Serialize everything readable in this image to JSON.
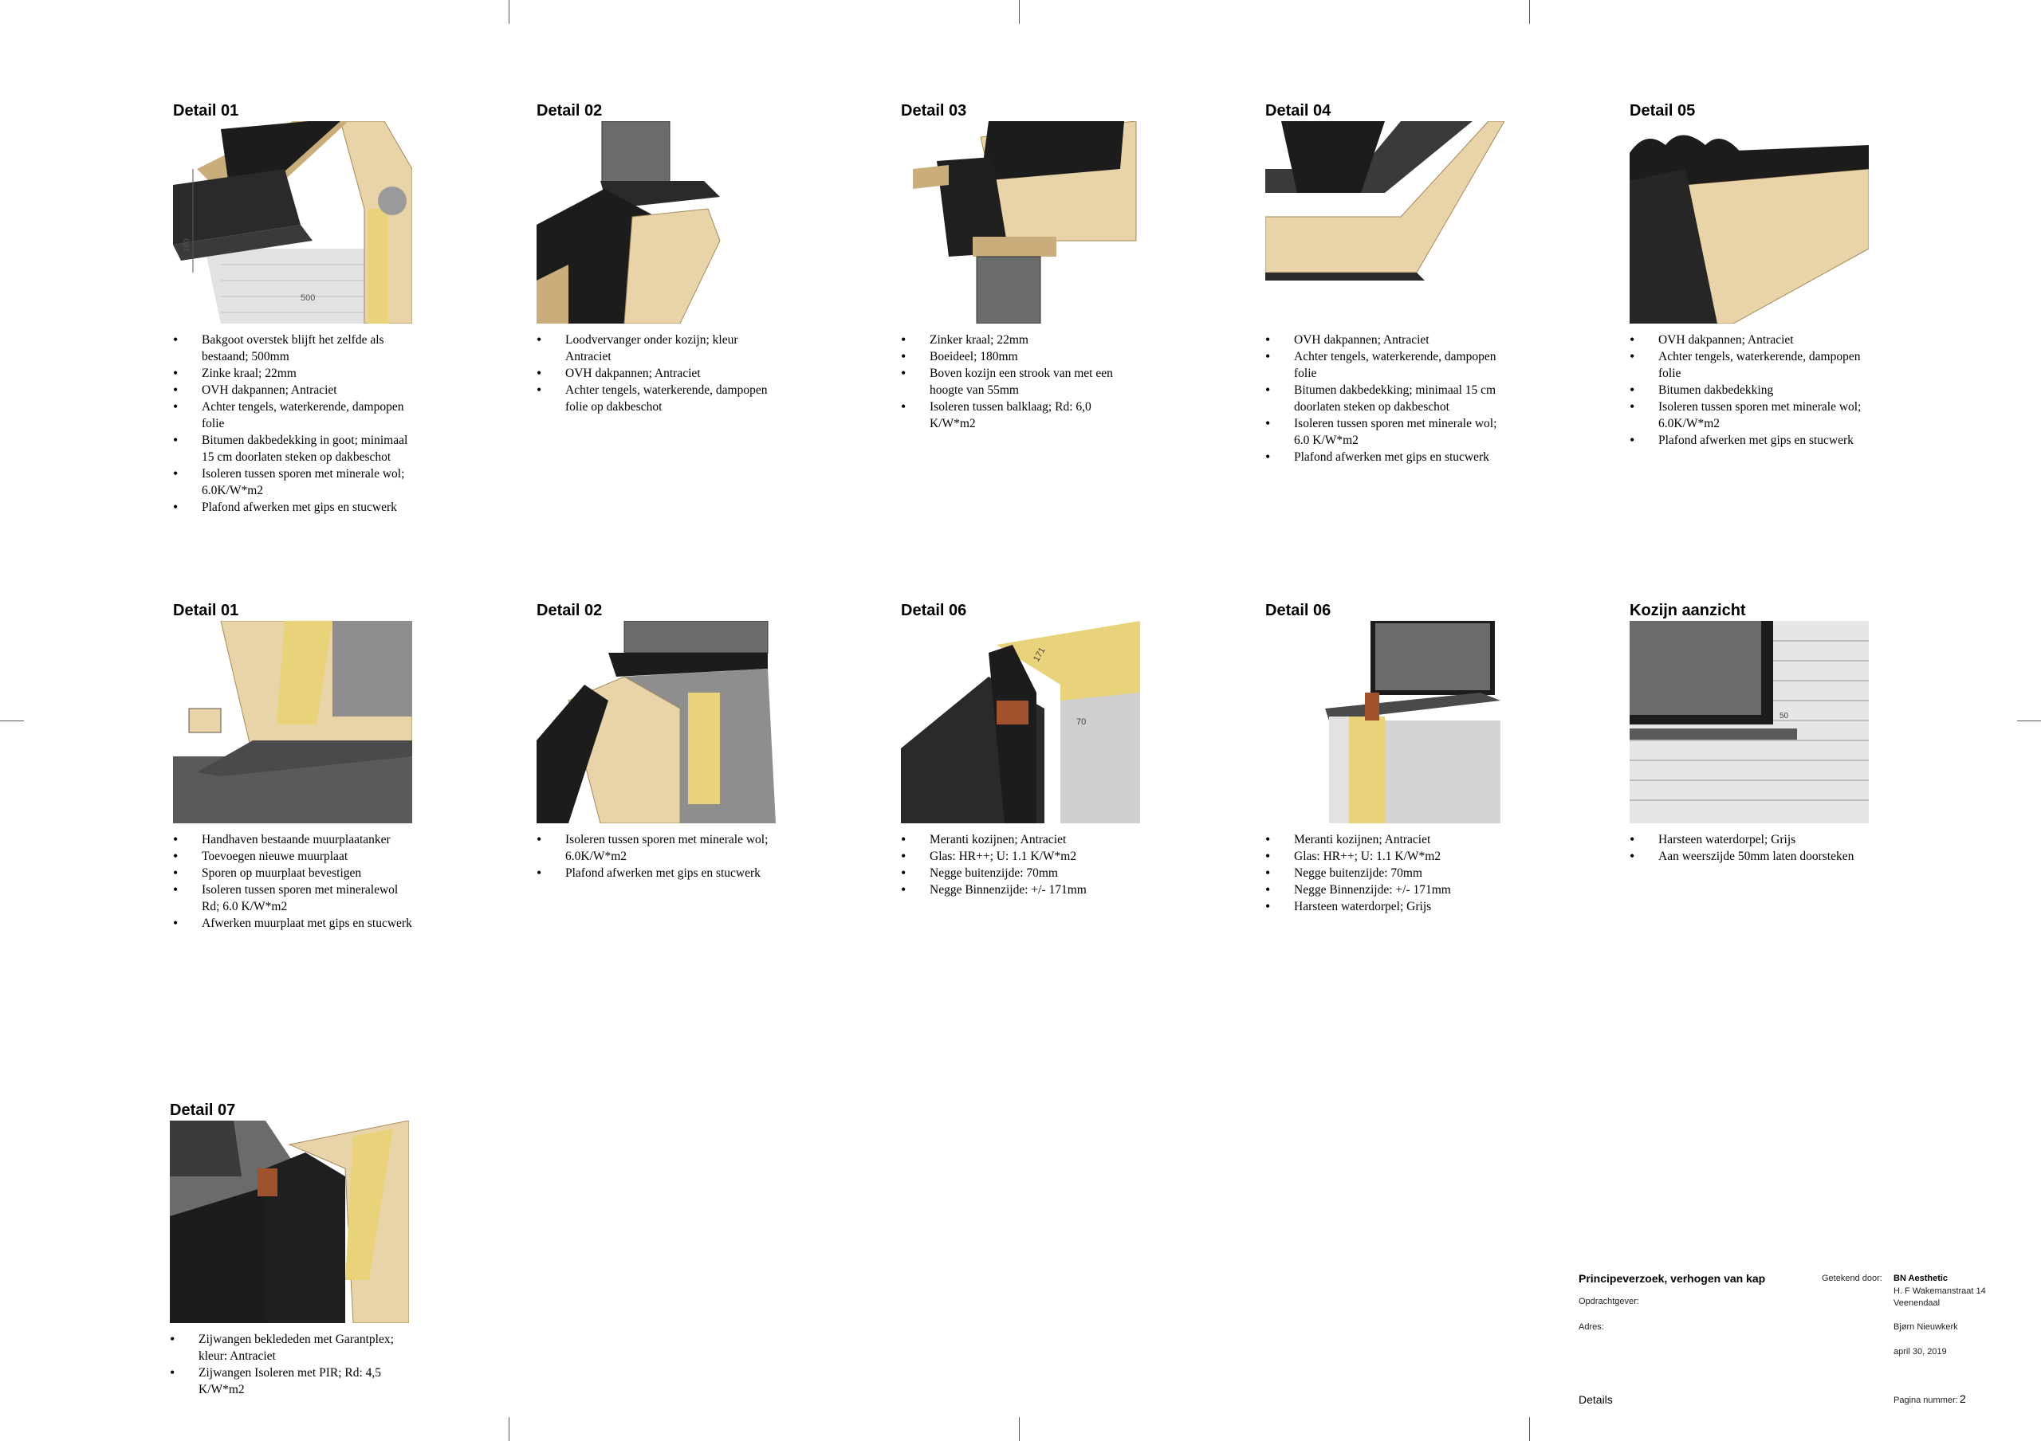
{
  "details": [
    {
      "title": "Detail 01",
      "bullets": [
        "Bakgoot overstek blijft het zelfde als bestaand; 500mm",
        "Zinke kraal; 22mm",
        "OVH dakpannen; Antraciet",
        "Achter tengels, waterkerende, dampopen folie",
        "Bitumen dakbedekking in goot; minimaal 15 cm doorlaten steken op dakbeschot",
        "Isoleren tussen sporen met minerale wol; 6.0K/W*m2",
        "Plafond afwerken met gips en stucwerk"
      ],
      "dims": [
        "180",
        "500"
      ]
    },
    {
      "title": "Detail 02",
      "bullets": [
        "Loodvervanger onder kozijn; kleur Antraciet",
        "OVH dakpannen; Antraciet",
        "Achter tengels, waterkerende, dampopen folie op dakbeschot"
      ]
    },
    {
      "title": "Detail 03",
      "bullets": [
        "Zinker kraal; 22mm",
        "Boeideel; 180mm",
        "Boven kozijn een strook van met een hoogte van 55mm",
        "Isoleren tussen balklaag; Rd: 6,0 K/W*m2"
      ]
    },
    {
      "title": "Detail 04",
      "bullets": [
        "OVH dakpannen; Antraciet",
        "Achter tengels, waterkerende, dampopen folie",
        "Bitumen dakbedekking; minimaal 15 cm doorlaten steken op dakbeschot",
        "Isoleren tussen sporen met minerale wol; 6.0 K/W*m2",
        "Plafond afwerken met gips en stucwerk"
      ]
    },
    {
      "title": "Detail 05",
      "bullets": [
        "OVH dakpannen; Antraciet",
        "Achter tengels, waterkerende, dampopen folie",
        "Bitumen dakbedekking",
        "Isoleren tussen sporen met minerale wol; 6.0K/W*m2",
        "Plafond afwerken met gips en stucwerk"
      ]
    },
    {
      "title": "Detail 01",
      "bullets": [
        "Handhaven bestaande muurplaatanker",
        "Toevoegen nieuwe muurplaat",
        "Sporen op muurplaat bevestigen",
        "Isoleren tussen sporen met mineralewol Rd; 6.0 K/W*m2",
        "Afwerken muurplaat met gips en stucwerk"
      ]
    },
    {
      "title": "Detail 02",
      "bullets": [
        "Isoleren tussen sporen met minerale wol; 6.0K/W*m2",
        "Plafond afwerken met gips en stucwerk"
      ]
    },
    {
      "title": "Detail 06",
      "bullets": [
        "Meranti kozijnen; Antraciet",
        "Glas: HR++; U: 1.1 K/W*m2",
        "Negge buitenzijde: 70mm",
        "Negge Binnenzijde: +/- 171mm"
      ],
      "dims": [
        "171",
        "70"
      ]
    },
    {
      "title": "Detail 06",
      "bullets": [
        "Meranti kozijnen; Antraciet",
        "Glas: HR++; U: 1.1 K/W*m2",
        "Negge buitenzijde: 70mm",
        "Negge Binnenzijde: +/- 171mm",
        "Harsteen waterdorpel; Grijs"
      ]
    },
    {
      "title": "Kozijn aanzicht",
      "bullets": [
        "Harsteen waterdorpel; Grijs",
        "Aan weerszijde 50mm laten doorsteken"
      ],
      "dims": [
        "50"
      ]
    },
    {
      "title": "Detail 07",
      "bullets": [
        "Zijwangen beklededen met Garantplex; kleur: Antraciet",
        "Zijwangen Isoleren met PIR; Rd: 4,5 K/W*m2"
      ]
    }
  ],
  "title_block": {
    "project": "Principeverzoek, verhogen van kap",
    "client_label": "Opdrachtgever:",
    "address_label": "Adres:",
    "drawn_by_label": "Getekend door:",
    "company": "BN Aesthetic",
    "street": "H. F Wakemanstraat 14",
    "city": "Veenendaal",
    "person": "Bjørn Nieuwkerk",
    "date": "april 30, 2019",
    "sheet_name": "Details",
    "page_label": "Pagina nummer:",
    "page_number": "2"
  },
  "colors": {
    "wood": "#e9d3a8",
    "wood_dark": "#c9ad7b",
    "tile": "#1c1c1c",
    "metal": "#2a2a2a",
    "insulation": "#e8d27a",
    "brick": "#e2e2e2",
    "glass": "#6b6b6b",
    "floor": "#5a5a5a",
    "copper": "#a0522d"
  }
}
